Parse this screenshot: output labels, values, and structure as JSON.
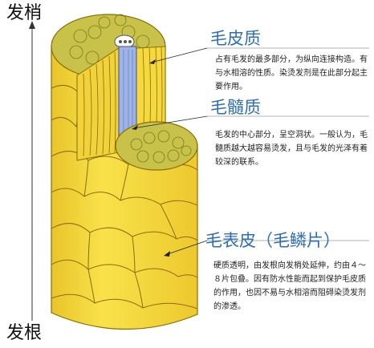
{
  "axis": {
    "top_label": "发梢",
    "bottom_label": "发根"
  },
  "sections": [
    {
      "title": "毛皮质",
      "description": "占有毛发的最多部分，为纵向连接构造。有与水相溶的性质。染烫发剂是在此部分起主要作用。"
    },
    {
      "title": "毛髓质",
      "description": "毛发的中心部分，呈空洞状。一般认为，毛髓质越大越容易烫发，且与毛发的光泽有着较深的联系。"
    },
    {
      "title": "毛表皮（毛鳞片）",
      "description": "硬质透明，由发根向发梢处延伸，约由４～８片包叠。因有防水性能而起到保护毛皮质的作用，也因不易与水相溶而阻碍染烫发剂的渗透。"
    }
  ],
  "colors": {
    "hair_yellow": "#f6dc3c",
    "hair_outline": "#8a6d00",
    "medulla_blue": "#9fb4e6",
    "heading_blue": "#2f6fb0"
  }
}
